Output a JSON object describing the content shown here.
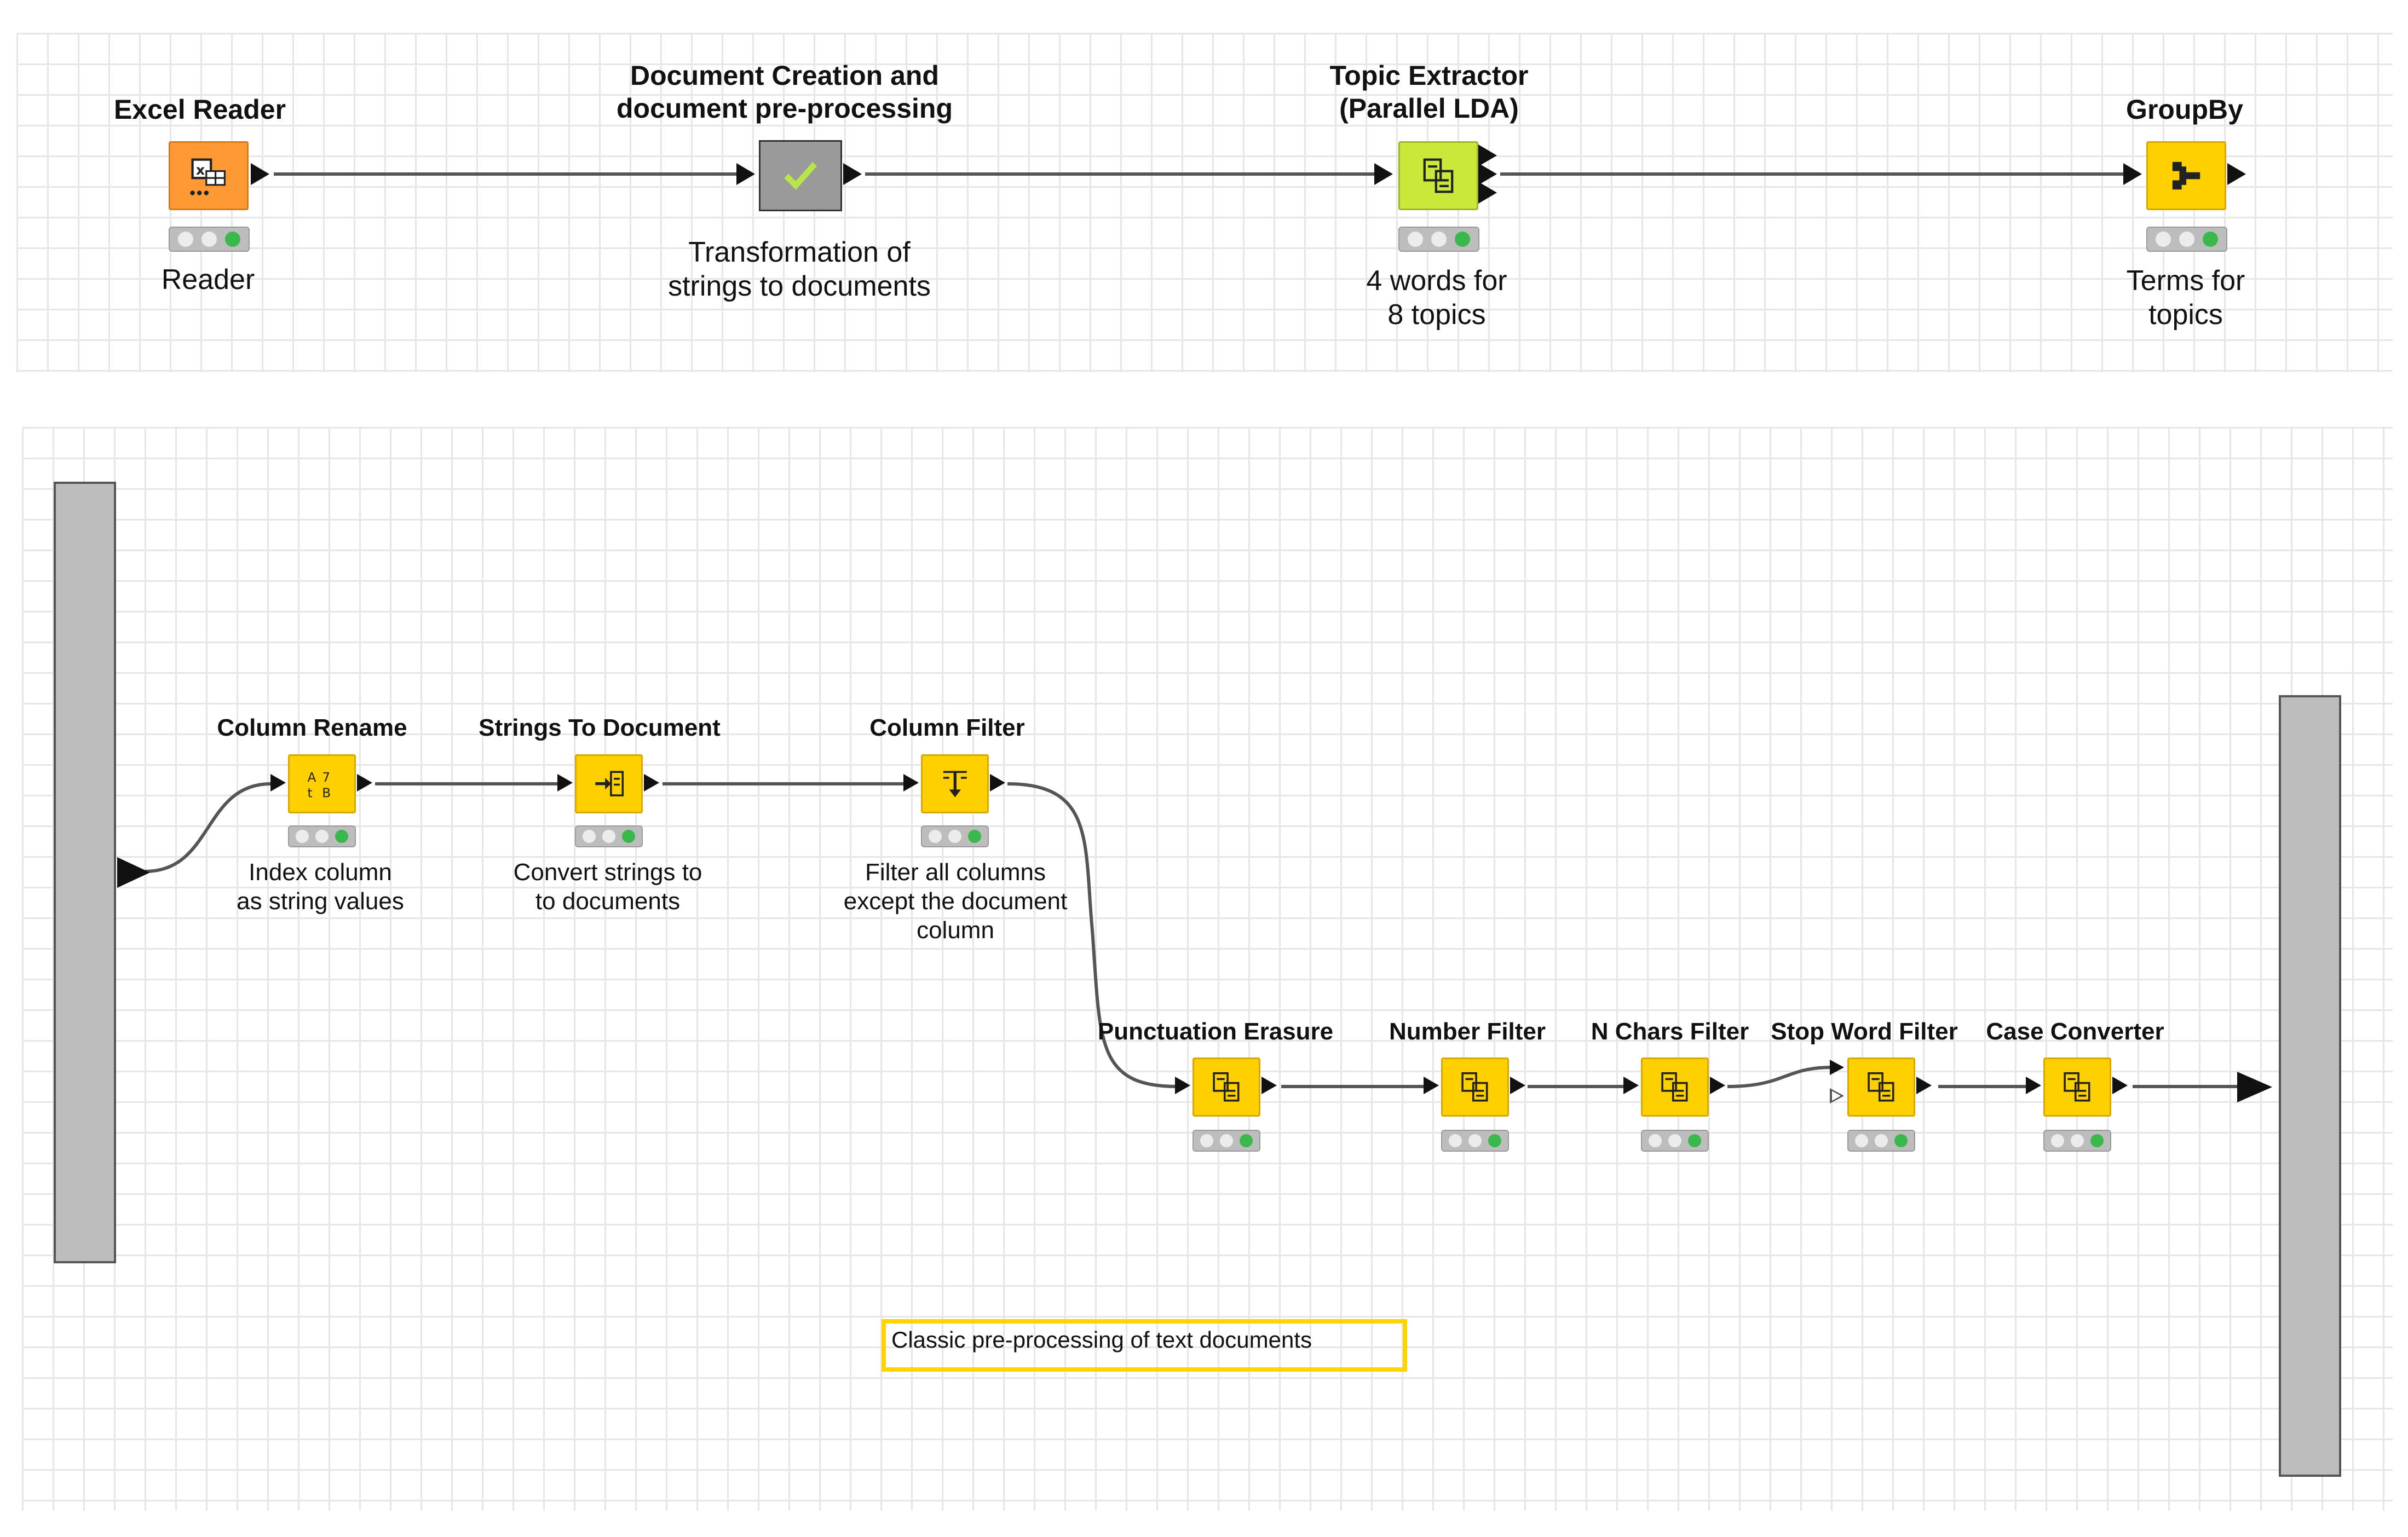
{
  "top_workflow": {
    "nodes": [
      {
        "title": "Excel Reader",
        "description": "Reader"
      },
      {
        "title": "Document Creation and\ndocument pre-processing",
        "description": "Transformation of\nstrings to documents"
      },
      {
        "title": "Topic Extractor\n(Parallel LDA)",
        "description": "4 words for\n8 topics"
      },
      {
        "title": "GroupBy",
        "description": "Terms for\ntopics"
      }
    ]
  },
  "metanode": {
    "nodes": [
      {
        "title": "Column Rename",
        "description": "Index column\nas string values"
      },
      {
        "title": "Strings To Document",
        "description": "Convert strings to\nto documents"
      },
      {
        "title": "Column Filter",
        "description": "Filter all columns\nexcept the document\ncolumn"
      },
      {
        "title": "Punctuation Erasure",
        "description": ""
      },
      {
        "title": "Number Filter",
        "description": ""
      },
      {
        "title": "N Chars Filter",
        "description": ""
      },
      {
        "title": "Stop Word Filter",
        "description": ""
      },
      {
        "title": "Case Converter",
        "description": ""
      }
    ],
    "annotation": "Classic pre-processing of text documents"
  },
  "icons": {
    "excel_reader": "excel-reader-icon",
    "metanode": "metanode-check-icon",
    "topic_extractor": "topic-extractor-icon",
    "groupby": "groupby-icon",
    "column_rename": "column-rename-icon",
    "strings_to_document": "strings-to-document-icon",
    "column_filter": "column-filter-icon",
    "text_processing": "text-processing-icon"
  },
  "colors": {
    "reader_node": "#ff9933",
    "metanode": "#9a9a9a",
    "learner_node": "#c9e83a",
    "manipulator_node": "#ffd000",
    "status_green": "#3bb84b",
    "connection": "#555555",
    "annotation_border": "#ffd400"
  },
  "node_status": "executed"
}
